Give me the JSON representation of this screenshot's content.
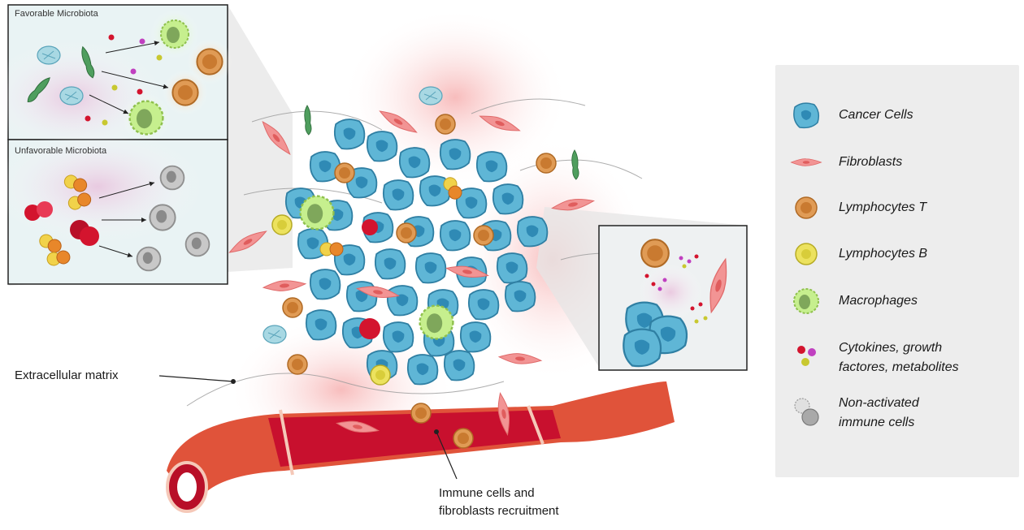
{
  "insets": {
    "favorable_title": "Favorable Microbiota",
    "unfavorable_title": "Unfavorable Microbiota"
  },
  "callouts": {
    "ecm_label": "Extracellular matrix",
    "recruitment_line1": "Immune cells and",
    "recruitment_line2": "fibroblasts recruitment"
  },
  "legend": {
    "items": [
      {
        "icon": "cancer-cell-icon",
        "label": "Cancer Cells"
      },
      {
        "icon": "fibroblast-icon",
        "label": "Fibroblasts"
      },
      {
        "icon": "lymphocyte-t-icon",
        "label": "Lymphocytes T"
      },
      {
        "icon": "lymphocyte-b-icon",
        "label": "Lymphocytes B"
      },
      {
        "icon": "macrophage-icon",
        "label": "Macrophages"
      },
      {
        "icon": "cytokine-icon",
        "label_line1": "Cytokines, growth",
        "label_line2": "factores, metabolites"
      },
      {
        "icon": "non-activated-immune-cell-icon",
        "label_line1": "Non-activated",
        "label_line2": "immune cells"
      }
    ]
  },
  "colors": {
    "cancer_cell": "#5fb6d6",
    "fibroblast": "#f08080",
    "lymphocyte_t": "#d98b3f",
    "lymphocyte_b": "#e0d84a",
    "macrophage": "#a6d96a",
    "vessel": "#c8102e",
    "legend_bg": "#ededed"
  }
}
